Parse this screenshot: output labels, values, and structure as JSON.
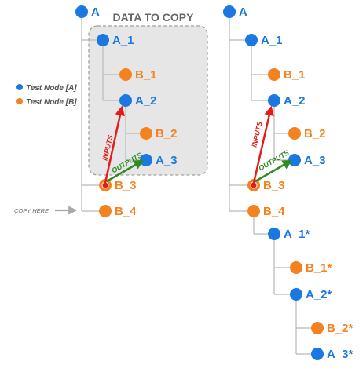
{
  "colors": {
    "node_a": "#1a78e0",
    "node_b": "#f58220",
    "inputs_arrow": "#e31b1b",
    "outputs_arrow": "#2e8b1f",
    "connector": "#b8b8b8",
    "box_fill": "#e6e6e6",
    "box_border": "#a0a0a0"
  },
  "box_title": "DATA TO COPY",
  "legend": [
    {
      "type": "A",
      "label": "Test Node [A]"
    },
    {
      "type": "B",
      "label": "Test Node [B]"
    }
  ],
  "copy_here": "COPY HERE",
  "arrows": {
    "inputs": "INPUTS",
    "outputs": "OUTPUTS"
  },
  "left_tree": [
    {
      "id": "A",
      "type": "A",
      "label": "A"
    },
    {
      "id": "A_1",
      "type": "A",
      "label": "A_1"
    },
    {
      "id": "B_1",
      "type": "B",
      "label": "B_1"
    },
    {
      "id": "A_2",
      "type": "A",
      "label": "A_2"
    },
    {
      "id": "B_2",
      "type": "B",
      "label": "B_2"
    },
    {
      "id": "A_3",
      "type": "A",
      "label": "A_3"
    },
    {
      "id": "B_3",
      "type": "B",
      "label": "B_3",
      "highlight": true
    },
    {
      "id": "B_4",
      "type": "B",
      "label": "B_4"
    }
  ],
  "right_tree": [
    {
      "id": "A",
      "type": "A",
      "label": "A"
    },
    {
      "id": "A_1",
      "type": "A",
      "label": "A_1"
    },
    {
      "id": "B_1",
      "type": "B",
      "label": "B_1"
    },
    {
      "id": "A_2",
      "type": "A",
      "label": "A_2"
    },
    {
      "id": "B_2",
      "type": "B",
      "label": "B_2"
    },
    {
      "id": "A_3",
      "type": "A",
      "label": "A_3"
    },
    {
      "id": "B_3",
      "type": "B",
      "label": "B_3",
      "highlight": true
    },
    {
      "id": "B_4",
      "type": "B",
      "label": "B_4"
    },
    {
      "id": "A_1c",
      "type": "A",
      "label": "A_1*"
    },
    {
      "id": "B_1c",
      "type": "B",
      "label": "B_1*"
    },
    {
      "id": "A_2c",
      "type": "A",
      "label": "A_2*"
    },
    {
      "id": "B_2c",
      "type": "B",
      "label": "B_2*"
    },
    {
      "id": "A_3c",
      "type": "A",
      "label": "A_3*"
    }
  ]
}
